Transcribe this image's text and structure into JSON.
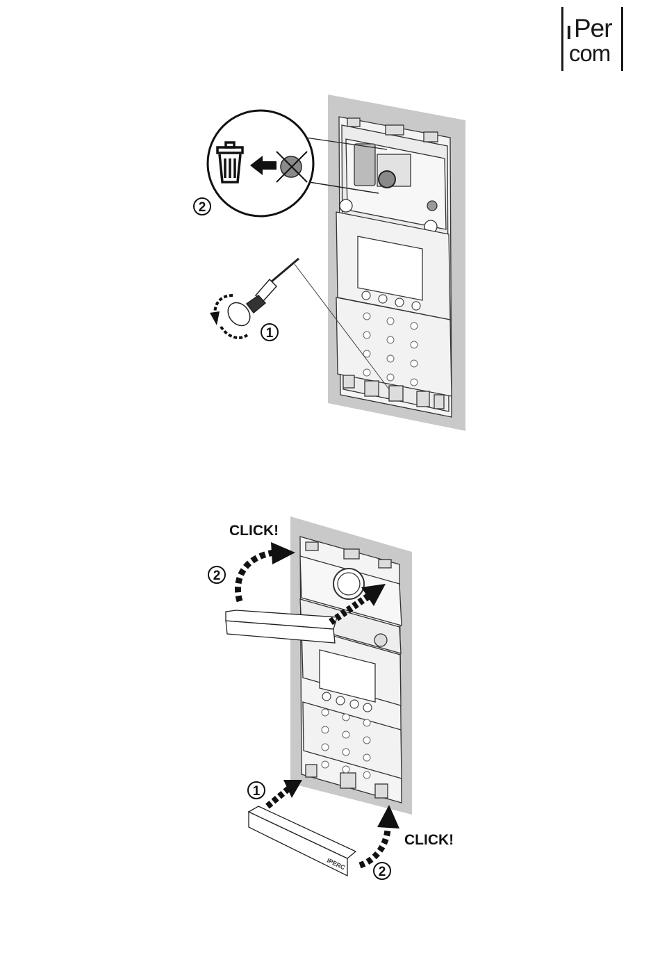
{
  "logo": {
    "line1": "Per",
    "line2": "com"
  },
  "figure1": {
    "step1": "1",
    "step2": "2"
  },
  "figure2": {
    "click_top": "CLICK!",
    "click_bottom": "CLICK!",
    "step1": "1",
    "step2_top": "2",
    "step2_bottom": "2"
  },
  "icons": [
    "trash-icon",
    "screwdriver-icon",
    "arrow-icon"
  ]
}
